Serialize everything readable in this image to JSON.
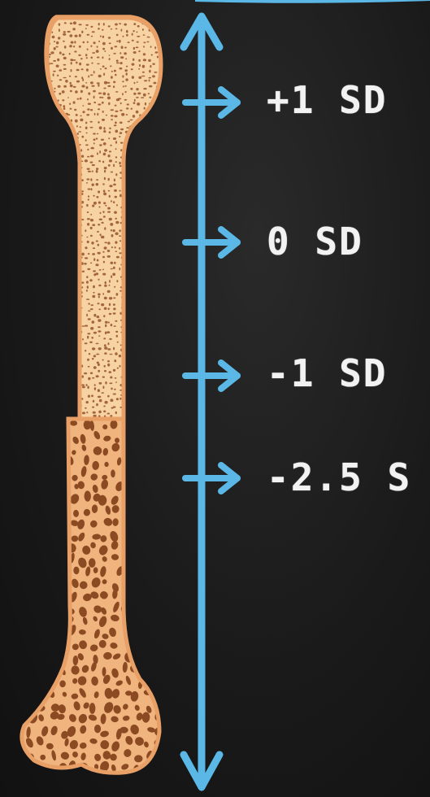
{
  "scale": {
    "labels": [
      {
        "text": "+1 SD"
      },
      {
        "text": "0 SD"
      },
      {
        "text": "-1 SD"
      },
      {
        "text": "-2.5 S"
      }
    ],
    "arrow_color": "#5bb8e6"
  },
  "bone": {
    "healthy_color": "#f7d2a3",
    "porous_color": "#f0b47f",
    "pore_color": "#8c4a22"
  }
}
